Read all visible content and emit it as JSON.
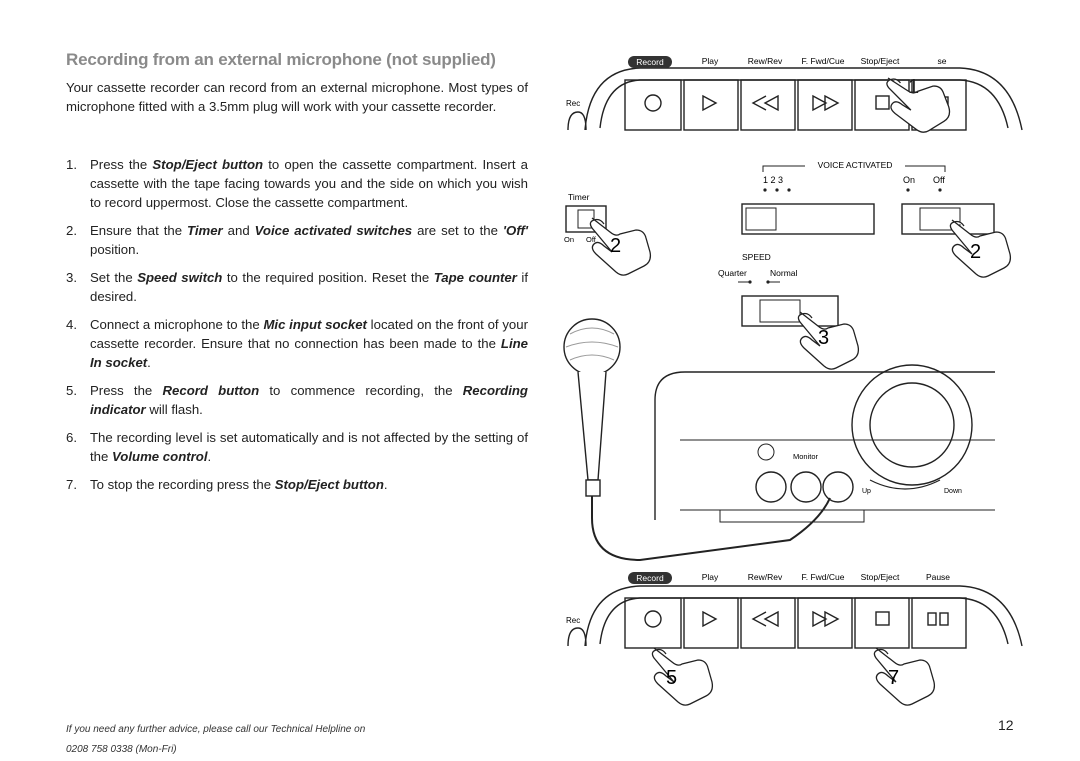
{
  "title": "Recording from an external microphone (not supplied)",
  "intro": "Your cassette recorder can record from an external microphone. Most types of microphone fitted with a 3.5mm plug will work with your cassette recorder.",
  "steps": [
    {
      "num": "1.",
      "parts": [
        "Press the ",
        "Stop/Eject button",
        " to open the cassette compartment. Insert a cassette with the tape facing towards you and the side on which you wish to record uppermost. Close the cassette compartment."
      ]
    },
    {
      "num": "2.",
      "parts": [
        "Ensure that the ",
        "Timer",
        " and ",
        "Voice activated switches",
        " are set to the ",
        "'Off'",
        " position."
      ]
    },
    {
      "num": "3.",
      "parts": [
        "Set the ",
        "Speed switch",
        " to the required position. Reset the ",
        "Tape counter",
        " if desired."
      ]
    },
    {
      "num": "4.",
      "parts": [
        "Connect a microphone to the ",
        "Mic input socket",
        " located on the front of your cassette recorder. Ensure that no connection has been made to the ",
        "Line In socket",
        "."
      ]
    },
    {
      "num": "5.",
      "parts": [
        "Press the ",
        "Record button",
        " to commence recording, the ",
        "Recording indicator",
        " will flash."
      ]
    },
    {
      "num": "6.",
      "parts": [
        "The recording level is set automatically and is not affected by the setting of the ",
        "Volume control",
        "."
      ]
    },
    {
      "num": "7.",
      "parts": [
        "To stop the recording press the ",
        "Stop/Eject button",
        "."
      ]
    }
  ],
  "footer": {
    "line1": "If you need any further advice, please call our Technical Helpline on",
    "line2": "0208 758 0338 (Mon-Fri)"
  },
  "page_number": "12",
  "diagram": {
    "deck_labels": [
      "Record",
      "Play",
      "Rew/Rev",
      "F. Fwd/Cue",
      "Stop/Eject",
      "Pause"
    ],
    "deck_labels_top": [
      "Record",
      "Play",
      "Rew/Rev",
      "F. Fwd/Cue",
      "Stop/Eject",
      "se"
    ],
    "rec_label": "Rec",
    "voice_activated": "VOICE ACTIVATED",
    "voice_levels": "1  2  3",
    "on": "On",
    "off": "Off",
    "timer": "Timer",
    "speed": "SPEED",
    "quarter": "Quarter",
    "normal": "Normal",
    "monitor": "Monitor",
    "up": "Up",
    "down": "Down",
    "callouts": [
      "1",
      "2",
      "2",
      "3",
      "5",
      "7"
    ]
  }
}
